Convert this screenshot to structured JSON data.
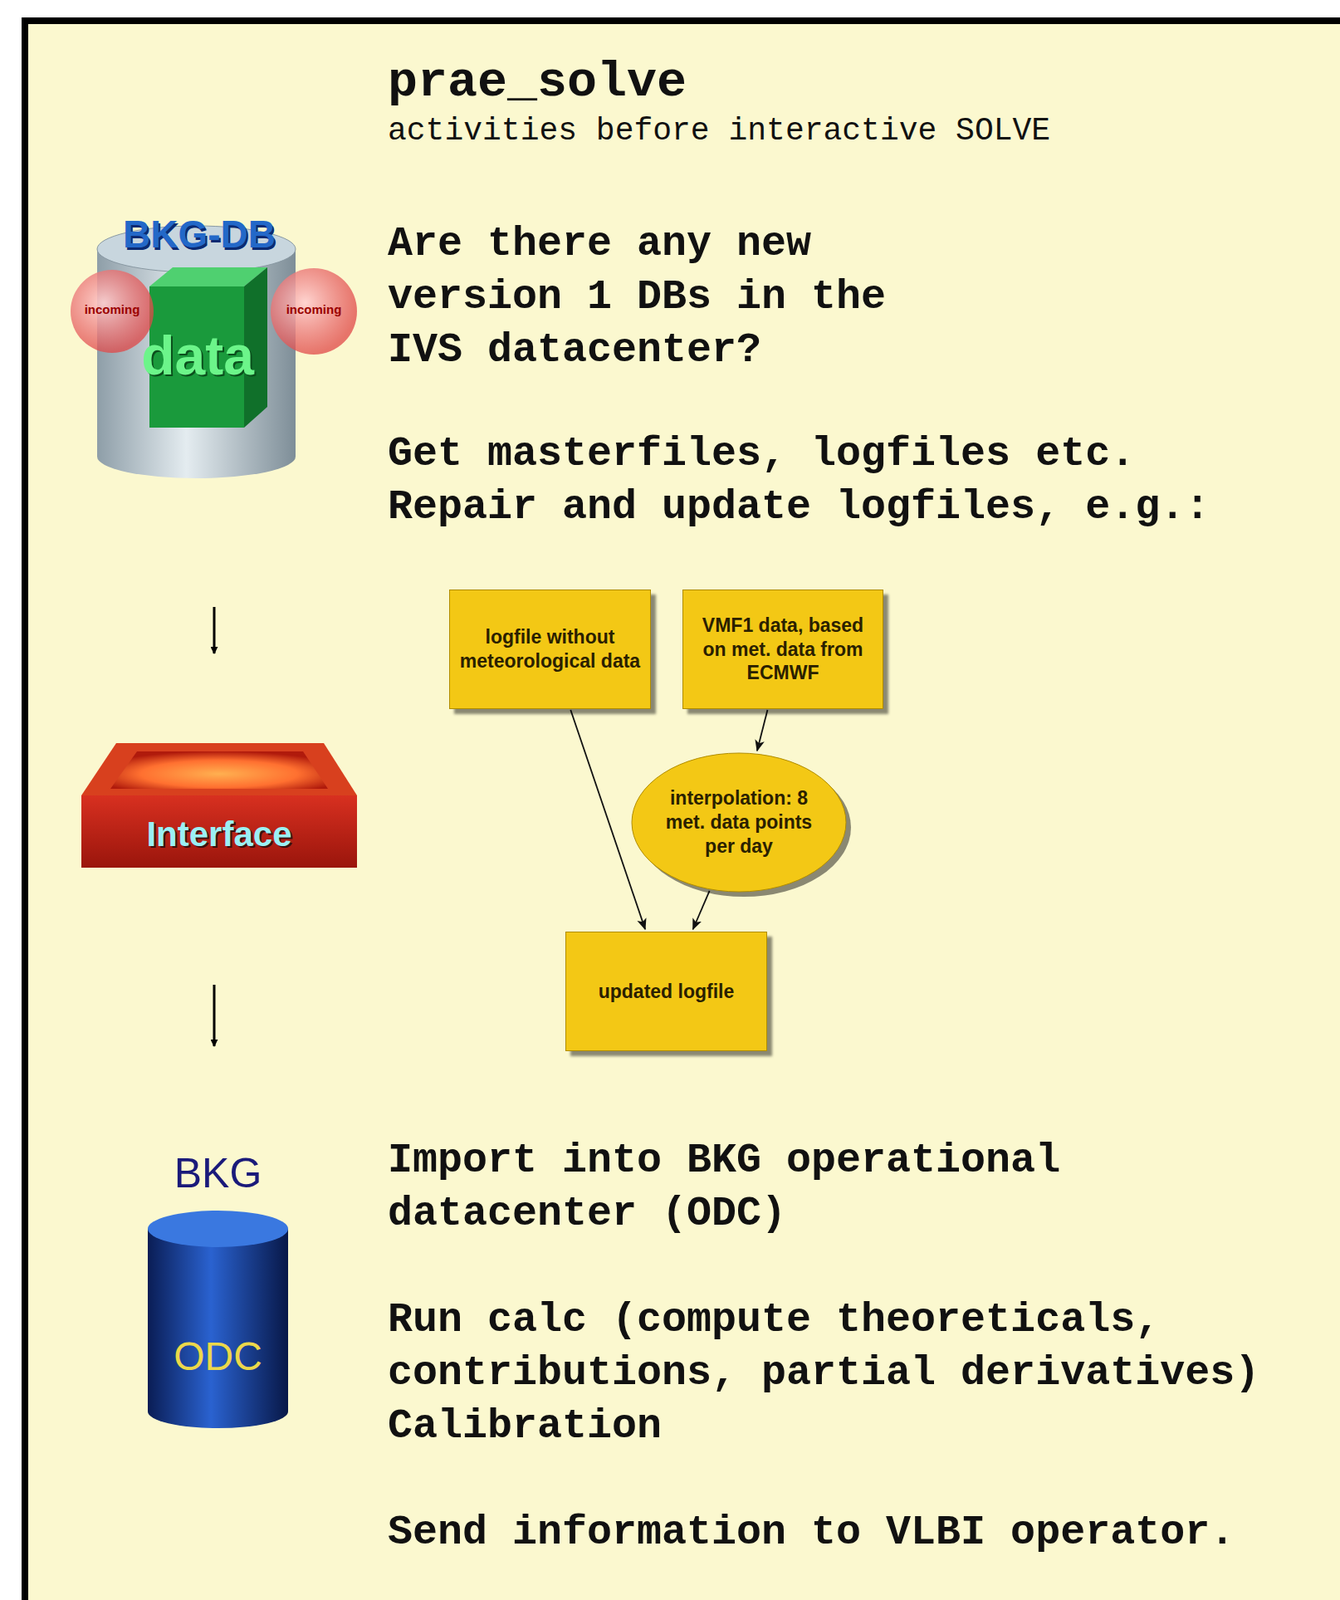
{
  "diagram": {
    "title": "prae_solve",
    "nodes": [
      {
        "text": [
          "logfile without meteorological data"
        ]
      },
      {
        "text": [
          "VMF1 data, based on met. data from ECMWF"
        ]
      },
      {
        "text": [
          "interpolation: 8 met. data points per day"
        ]
      },
      {
        "text": [
          "updated logfile"
        ]
      }
    ],
    "edges": [
      {
        "from": 0,
        "to": 3,
        "arrow": "to"
      },
      {
        "from": 1,
        "to": 2,
        "arrow": "to"
      },
      {
        "from": 2,
        "to": 3,
        "arrow": "to"
      }
    ],
    "labels": [
      "activities before interactive SOLVE",
      "Are there any new version 1 DBs in the IVS datacenter?",
      "Get masterfiles, logfiles etc. Repair and update logfiles, e.g.:",
      "Import into BKG operational datacenter (ODC)",
      "Run calc (compute theoreticals, contributions, partial derivatives)",
      "Calibration",
      "Send information to VLBI operator.",
      "BKG-DB",
      "incoming",
      "incoming",
      "data",
      "Interface",
      "BKG",
      "ODC"
    ]
  }
}
